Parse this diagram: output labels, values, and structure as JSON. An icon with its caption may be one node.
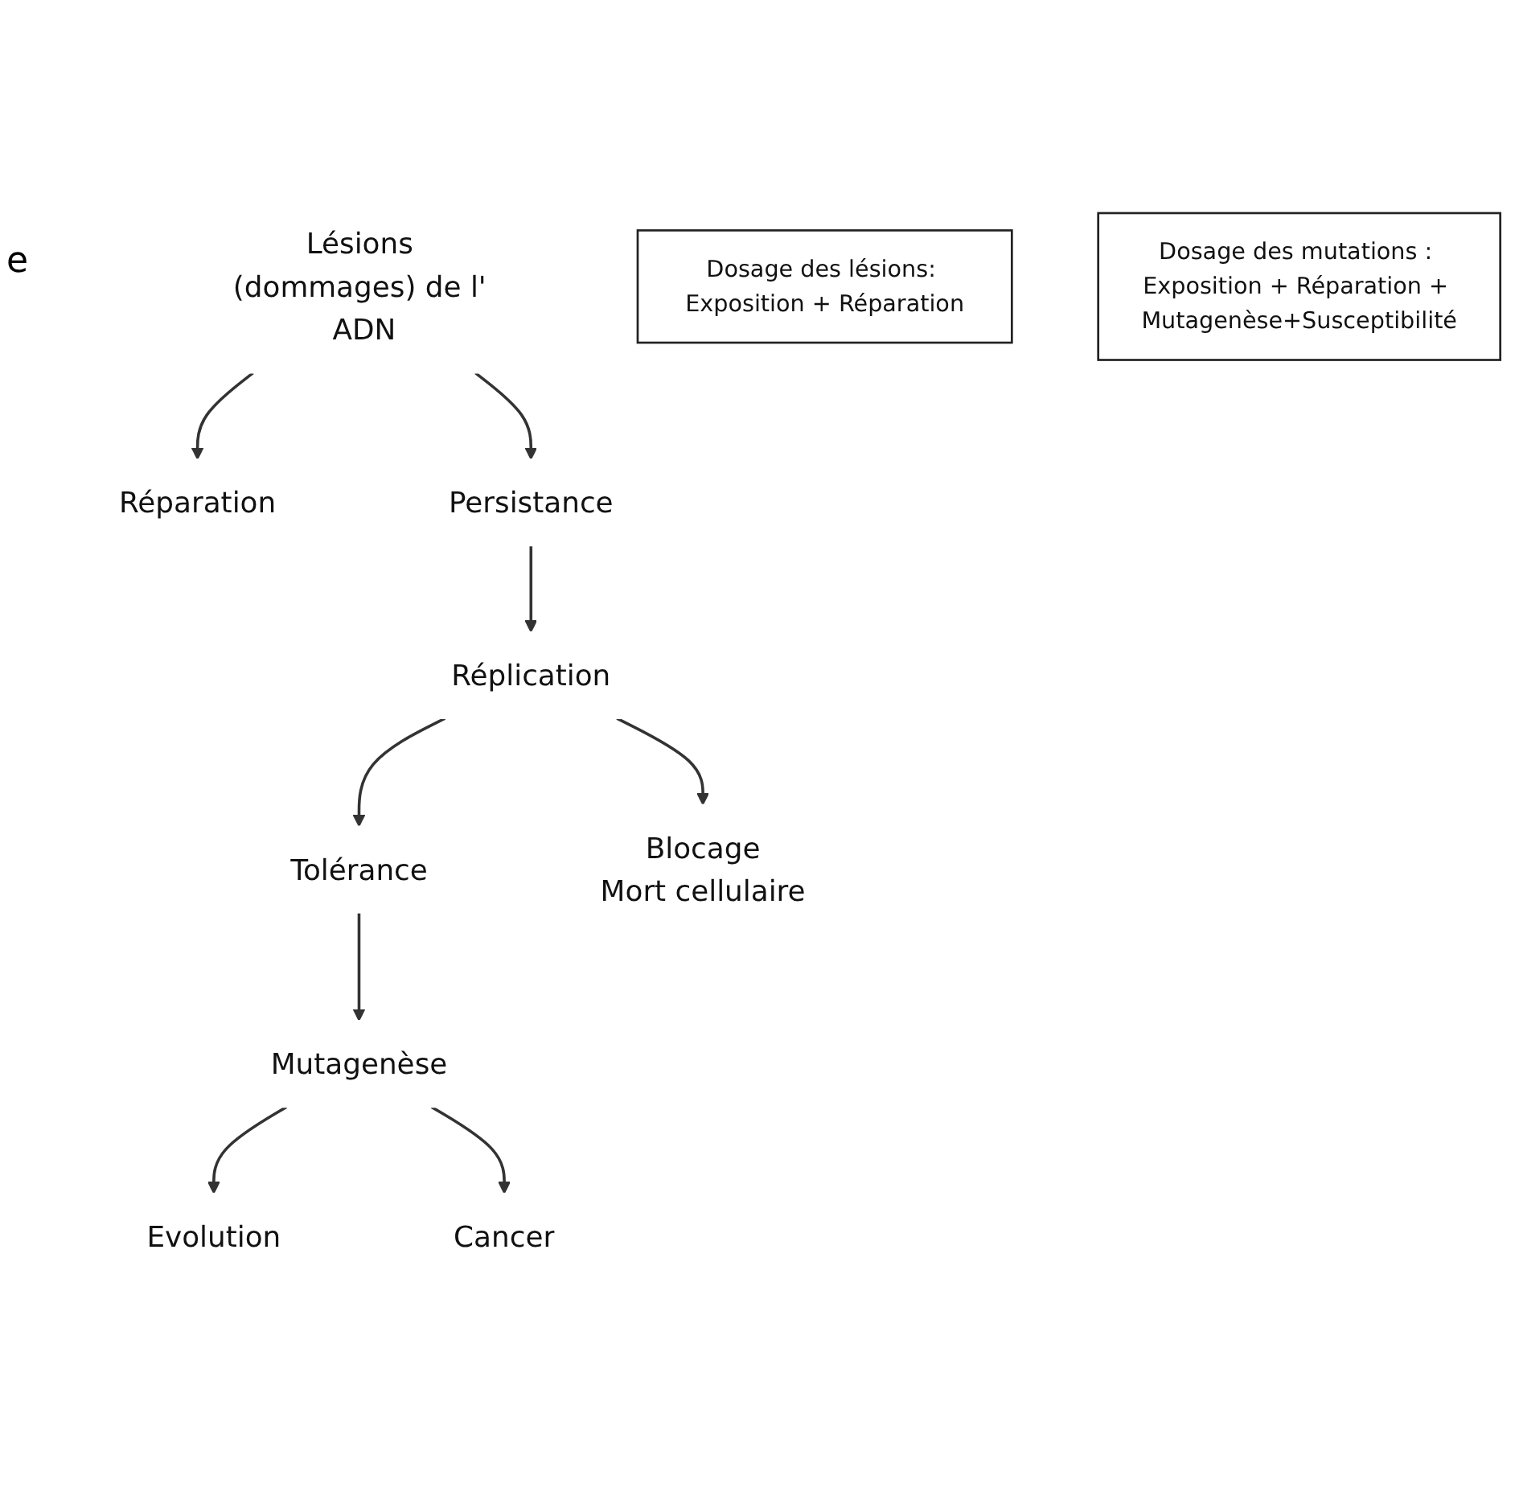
{
  "diagram": {
    "nodes": [
      {
        "text": [
          "Lésions (dommages) de l' ADN"
        ]
      },
      {
        "text": [
          "Réparation"
        ]
      },
      {
        "text": [
          "Persistance"
        ]
      },
      {
        "text": [
          "Réplication"
        ]
      },
      {
        "text": [
          "Tolérance"
        ]
      },
      {
        "text": [
          "Blocage",
          "Mort cellulaire"
        ]
      },
      {
        "text": [
          "Mutagenèse"
        ]
      },
      {
        "text": [
          "Evolution"
        ]
      },
      {
        "text": [
          "Cancer"
        ]
      },
      {
        "text": [
          "Dosage des lésions: Exposition + Réparation"
        ]
      },
      {
        "text": [
          "Dosage des mutations : Exposition + Réparation + Mutagenèse+Susceptibilité"
        ]
      }
    ],
    "edges": [
      {
        "from": 0,
        "to": 1,
        "arrow": "to"
      },
      {
        "from": 0,
        "to": 2,
        "arrow": "to"
      },
      {
        "from": 2,
        "to": 3,
        "arrow": "to"
      },
      {
        "from": 3,
        "to": 4,
        "arrow": "to"
      },
      {
        "from": 3,
        "to": 5,
        "arrow": "to"
      },
      {
        "from": 4,
        "to": 6,
        "arrow": "to"
      },
      {
        "from": 6,
        "to": 7,
        "arrow": "to"
      },
      {
        "from": 6,
        "to": 8,
        "arrow": "to"
      }
    ],
    "labels": [
      "e"
    ]
  }
}
